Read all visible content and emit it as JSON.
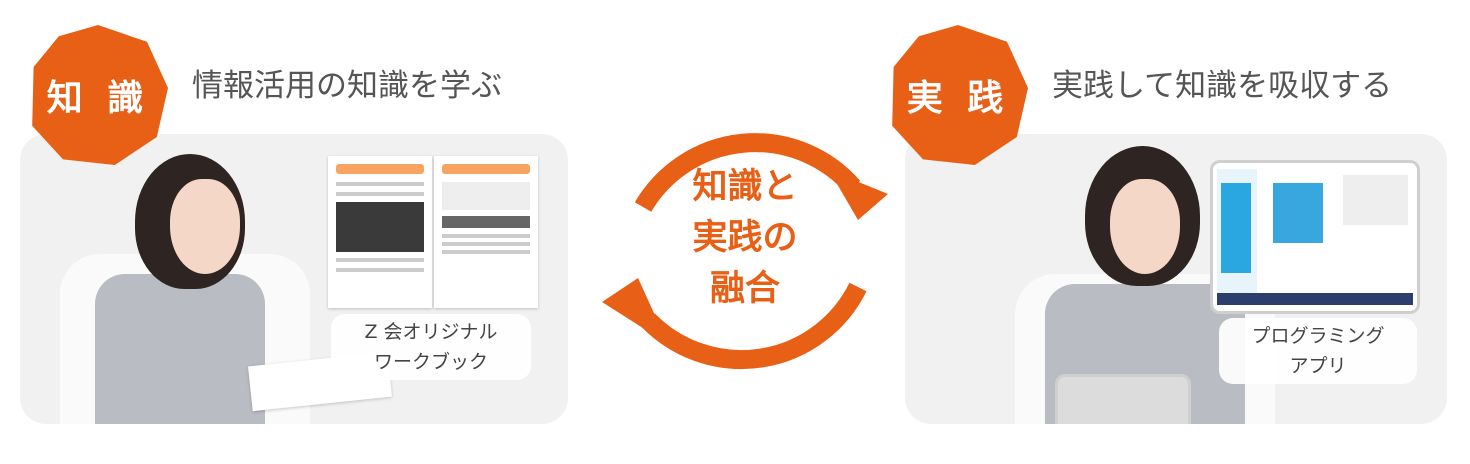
{
  "left": {
    "badge": "知 識",
    "heading": "情報活用の知識を学ぶ",
    "caption_line1": "Z 会オリジナル",
    "caption_line2": "ワークブック"
  },
  "right": {
    "badge": "実 践",
    "heading": "実践して知識を吸収する",
    "caption_line1": "プログラミング",
    "caption_line2": "アプリ"
  },
  "center": {
    "line1": "知識と",
    "line2": "実践の",
    "line3": "融合"
  },
  "colors": {
    "accent": "#e85f16",
    "panel_bg": "#f1f1f1",
    "heading_text": "#555555"
  }
}
